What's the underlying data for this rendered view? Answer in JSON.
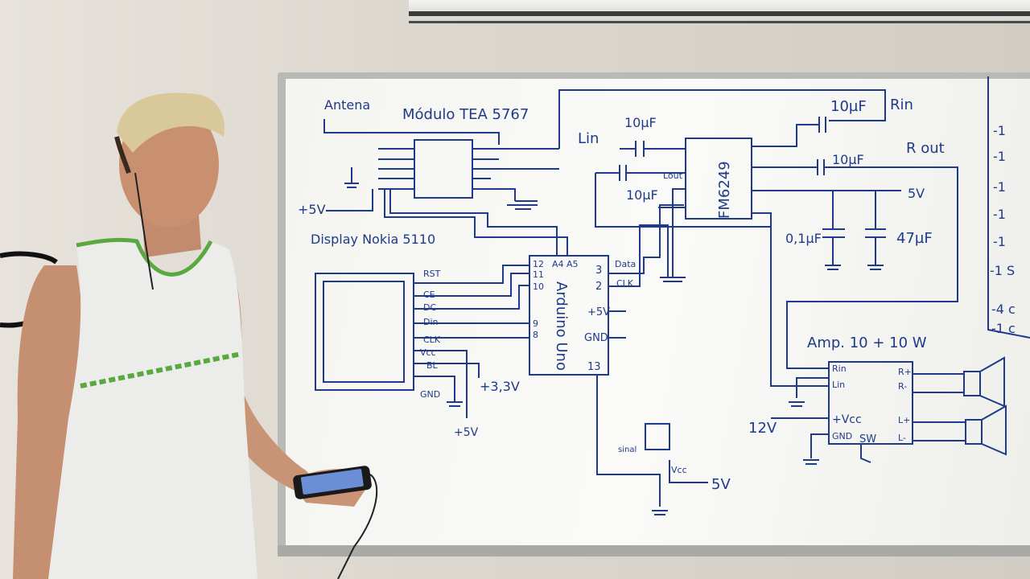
{
  "board": {
    "antenna_label": "Antena",
    "module_title": "Módulo TEA 5767",
    "display_title": "Display Nokia 5110",
    "arduino_label": "Arduino Uno",
    "chip_label": "FM6249",
    "amp_title": "Amp. 10 + 10 W",
    "lin": "Lin",
    "rin": "Rin",
    "rout": "R out",
    "lout": "Lout",
    "cap_10uf": "10µF",
    "cap_01uf": "0,1µF",
    "cap_47uf": "47µF",
    "v5": "+5V",
    "v5b": "5V",
    "v33": "+3,3V",
    "v12": "12V",
    "data": "Data",
    "clk": "CLK",
    "gnd": "GND",
    "vcc": "Vcc",
    "pvcc": "+Vcc",
    "sw": "SW",
    "sinal": "sinal",
    "pin_labels": [
      "RST",
      "CE",
      "DC",
      "Din",
      "CLK",
      "Vcc",
      "BL",
      "GND"
    ],
    "ard_pins_left": [
      "12",
      "11",
      "10",
      "9",
      "8"
    ],
    "ard_a": "A4 A5",
    "ard_right": [
      "3",
      "2",
      "+5V",
      "GND",
      "13"
    ],
    "amp_pins": [
      "Rin",
      "Lin",
      "R+",
      "R-",
      "L+",
      "L-"
    ],
    "side_list": [
      "-1",
      "-1",
      "-1",
      "-1",
      "-1",
      "-1 S",
      "-4 c",
      "-1 c"
    ]
  }
}
